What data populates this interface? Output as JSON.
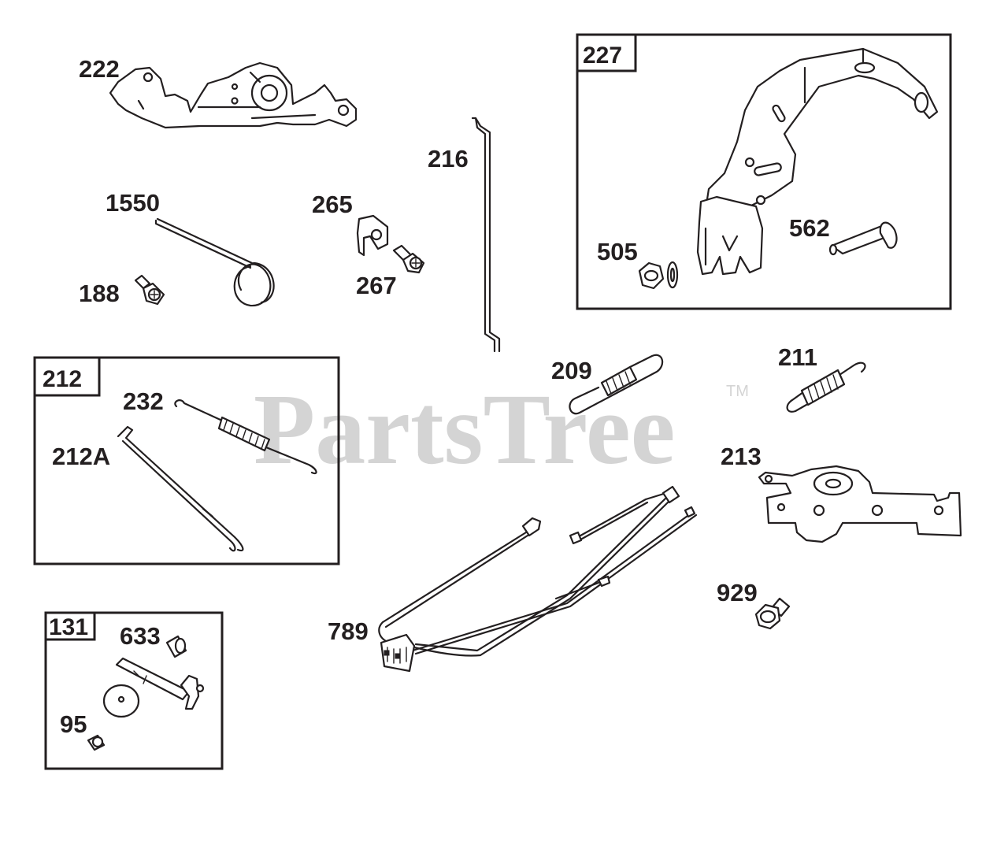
{
  "watermark": {
    "text": "PartsTree",
    "trademark": "TM"
  },
  "boxes": {
    "box_227": {
      "label": "227"
    },
    "box_212": {
      "label": "212"
    },
    "box_131": {
      "label": "131"
    }
  },
  "callouts": {
    "p222": "222",
    "p1550": "1550",
    "p188": "188",
    "p265": "265",
    "p267": "267",
    "p216": "216",
    "p505": "505",
    "p562": "562",
    "p232": "232",
    "p212a": "212A",
    "p209": "209",
    "p211": "211",
    "p213": "213",
    "p789": "789",
    "p929": "929",
    "p633": "633",
    "p95": "95"
  },
  "colors": {
    "ink": "#231f20",
    "watermark": "#d4d4d4",
    "background": "#ffffff"
  }
}
